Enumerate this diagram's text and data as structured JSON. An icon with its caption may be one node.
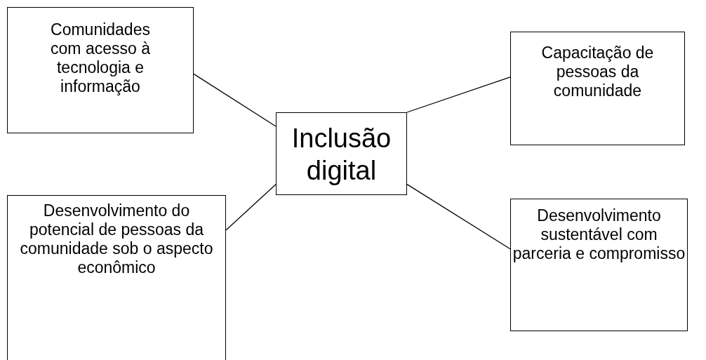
{
  "diagram": {
    "nodes": [
      {
        "text": [
          "Comunidades com acesso à tecnologia e informação"
        ]
      },
      {
        "text": [
          "Capacitação de pessoas da comunidade"
        ]
      },
      {
        "text": [
          "Inclusão digital"
        ]
      },
      {
        "text": [
          "Desenvolvimento do potencial de pessoas da comunidade sob o aspecto econômico"
        ]
      },
      {
        "text": [
          "Desenvolvimento sustentável com parceria e compromisso"
        ]
      }
    ],
    "edges": [
      {
        "from": 2,
        "to": 0,
        "arrow": "none"
      },
      {
        "from": 2,
        "to": 1,
        "arrow": "none"
      },
      {
        "from": 2,
        "to": 3,
        "arrow": "none"
      },
      {
        "from": 2,
        "to": 4,
        "arrow": "none"
      }
    ]
  }
}
